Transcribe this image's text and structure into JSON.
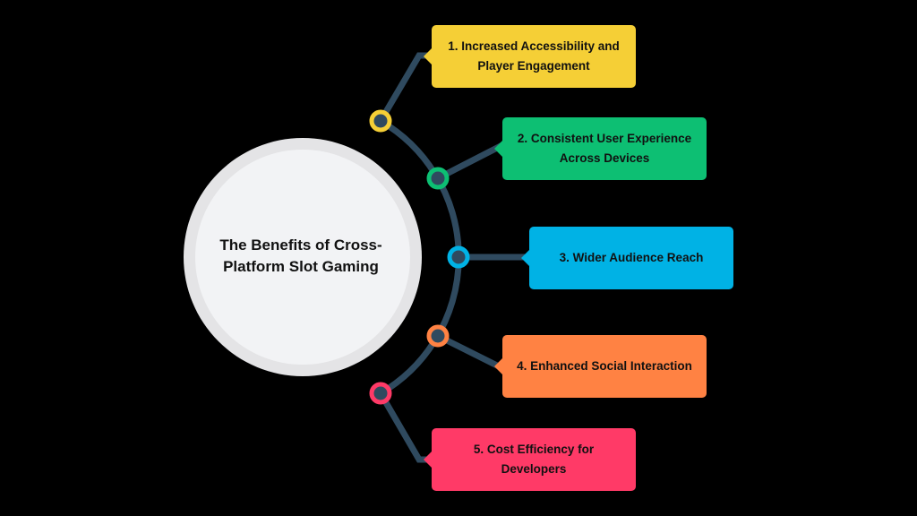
{
  "title": "The Benefits of Cross-Platform Slot Gaming",
  "colors": {
    "background": "#000000",
    "connector": "#2F4A5F",
    "circle_outer": "#E4E4E6",
    "circle_inner": "#F2F3F5"
  },
  "items": [
    {
      "label": "1. Increased Accessibility and Player Engagement",
      "color": "#F5CF36"
    },
    {
      "label": "2. Consistent User Experience Across Devices",
      "color": "#0DBF73"
    },
    {
      "label": "3. Wider Audience Reach",
      "color": "#00B2E5"
    },
    {
      "label": "4. Enhanced Social Interaction",
      "color": "#FF8243"
    },
    {
      "label": "5. Cost Efficiency for Developers",
      "color": "#FF3A67"
    }
  ]
}
